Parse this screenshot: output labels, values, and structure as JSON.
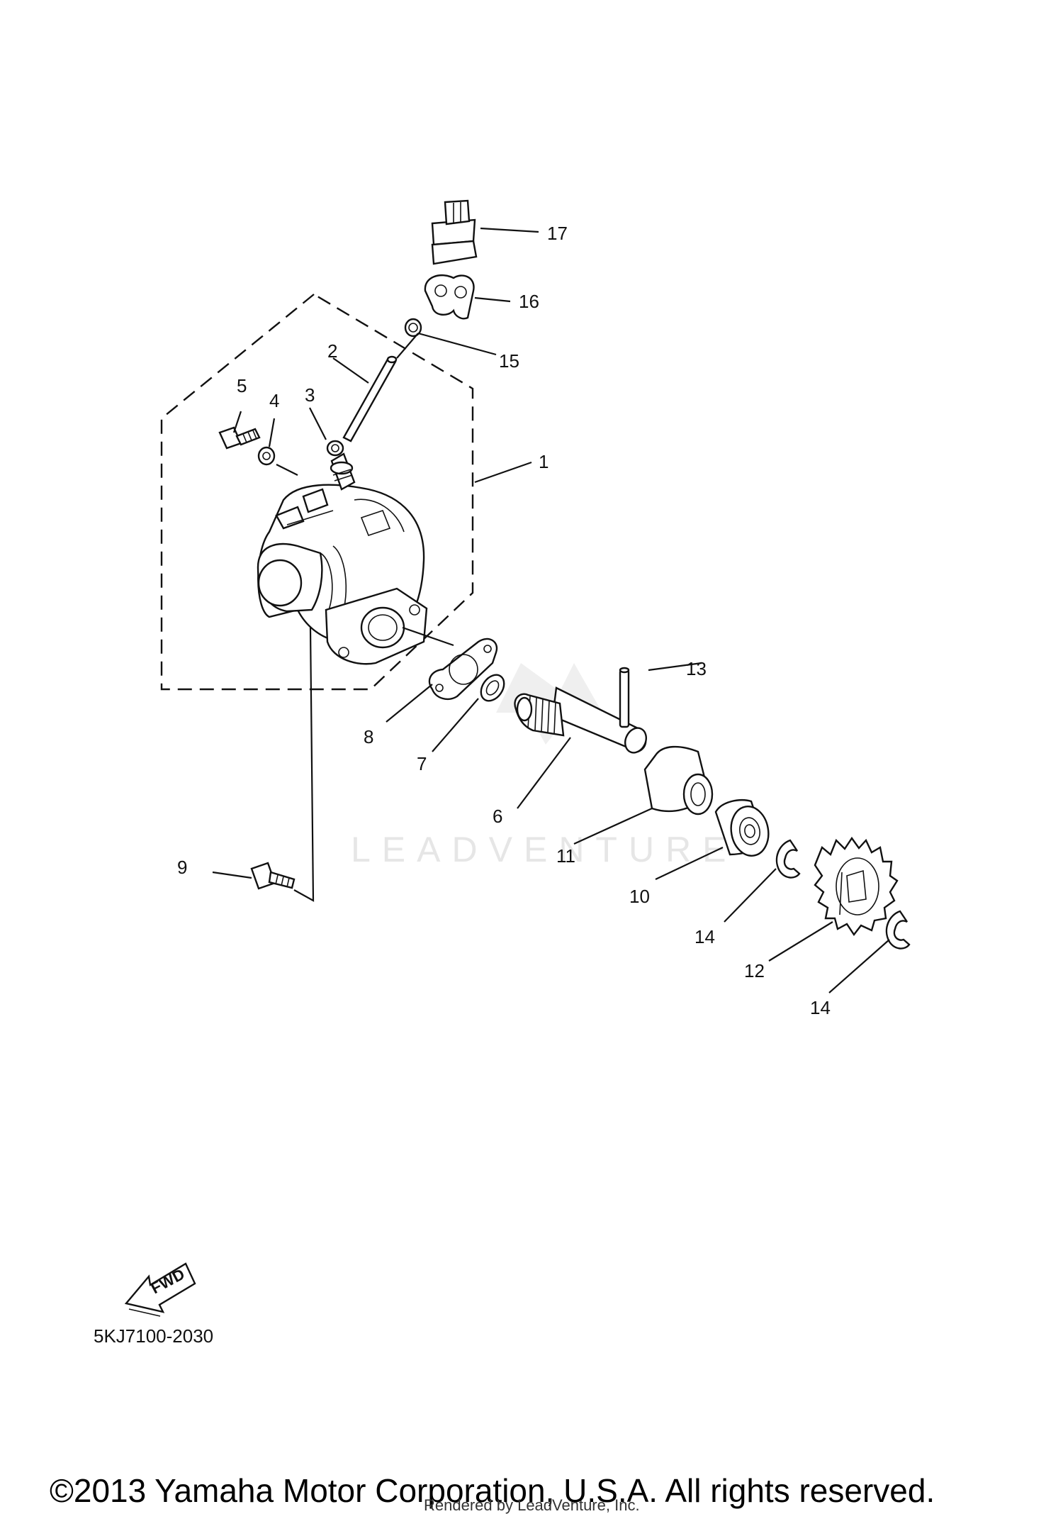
{
  "diagram": {
    "callouts": [
      {
        "id": "1",
        "text": "1"
      },
      {
        "id": "2",
        "text": "2"
      },
      {
        "id": "3",
        "text": "3"
      },
      {
        "id": "4",
        "text": "4"
      },
      {
        "id": "5",
        "text": "5"
      },
      {
        "id": "6",
        "text": "6"
      },
      {
        "id": "7",
        "text": "7"
      },
      {
        "id": "8",
        "text": "8"
      },
      {
        "id": "9",
        "text": "9"
      },
      {
        "id": "10",
        "text": "10"
      },
      {
        "id": "11",
        "text": "11"
      },
      {
        "id": "12",
        "text": "12"
      },
      {
        "id": "13",
        "text": "13"
      },
      {
        "id": "14a",
        "text": "14"
      },
      {
        "id": "14b",
        "text": "14"
      },
      {
        "id": "15",
        "text": "15"
      },
      {
        "id": "16",
        "text": "16"
      },
      {
        "id": "17",
        "text": "17"
      }
    ],
    "fwd_label": "FWD",
    "diagram_code": "5KJ7100-2030",
    "watermark": "LEADVENTURE",
    "copyright": "©2013 Yamaha Motor Corporation, U.S.A. All rights reserved.",
    "rendered_by": "Rendered by LeadVenture, Inc."
  },
  "colors": {
    "line": "#111111",
    "background": "#ffffff",
    "watermark": "#e6e6e6"
  }
}
